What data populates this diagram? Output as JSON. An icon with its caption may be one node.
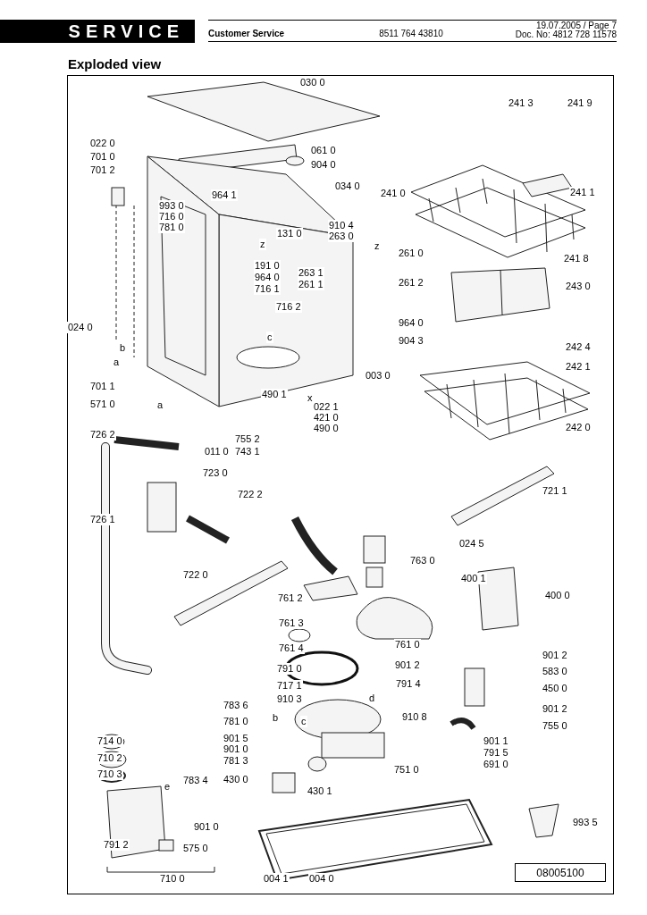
{
  "diagram": {
    "title": "Exploded view",
    "nodes": [
      {
        "text": [
          "08005100"
        ]
      }
    ],
    "labels": [
      "SERVICE",
      "Customer Service",
      "8511 764 43810",
      "19.07.2005 / Page 7",
      "Doc. No: 4812 728 11578",
      "030 0",
      "241 3",
      "241 9",
      "022 0",
      "061 0",
      "701 0",
      "904 0",
      "701 2",
      "034 0",
      "964 1",
      "241 0",
      "241 1",
      "993 0",
      "716 0",
      "781 0",
      "131 0",
      "910 4",
      "263 0",
      "z",
      "z",
      "261 0",
      "241 8",
      "191 0",
      "263 1",
      "964 0",
      "716 1",
      "261 1",
      "261 2",
      "243 0",
      "716 2",
      "964 0",
      "024 0",
      "c",
      "904 3",
      "b",
      "242 4",
      "a",
      "003 0",
      "242 1",
      "701 1",
      "490 1",
      "x",
      "571 0",
      "a",
      "022 1",
      "421 0",
      "490 0",
      "242 0",
      "726 2",
      "755 2",
      "011 0",
      "743 1",
      "723 0",
      "721 1",
      "722 2",
      "726 1",
      "024 5",
      "763 0",
      "722 0",
      "400 1",
      "761 2",
      "400 0",
      "761 3",
      "761 0",
      "761 4",
      "901 2",
      "901 2",
      "791 0",
      "583 0",
      "717 1",
      "791 4",
      "450 0",
      "910 3",
      "d",
      "783 6",
      "b",
      "c",
      "910 8",
      "901 2",
      "781 0",
      "755 0",
      "714 0",
      "901 5",
      "901 1",
      "901 0",
      "710 2",
      "781 3",
      "791 5",
      "751 0",
      "691 0",
      "710 3",
      "783 4",
      "430 0",
      "e",
      "430 1",
      "993 5",
      "901 0",
      "791 2",
      "575 0",
      "710 0",
      "004 1",
      "004 0"
    ]
  }
}
